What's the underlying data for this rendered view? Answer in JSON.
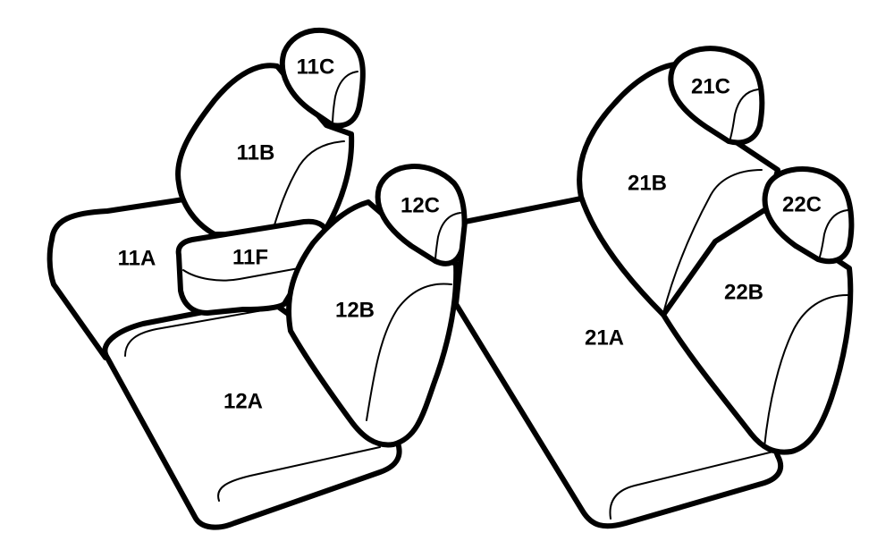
{
  "labels": {
    "p11A": "11A",
    "p11B": "11B",
    "p11C": "11C",
    "p11F": "11F",
    "p12A": "12A",
    "p12B": "12B",
    "p12C": "12C",
    "p21A": "21A",
    "p21B": "21B",
    "p21C": "21C",
    "p22B": "22B",
    "p22C": "22C"
  }
}
